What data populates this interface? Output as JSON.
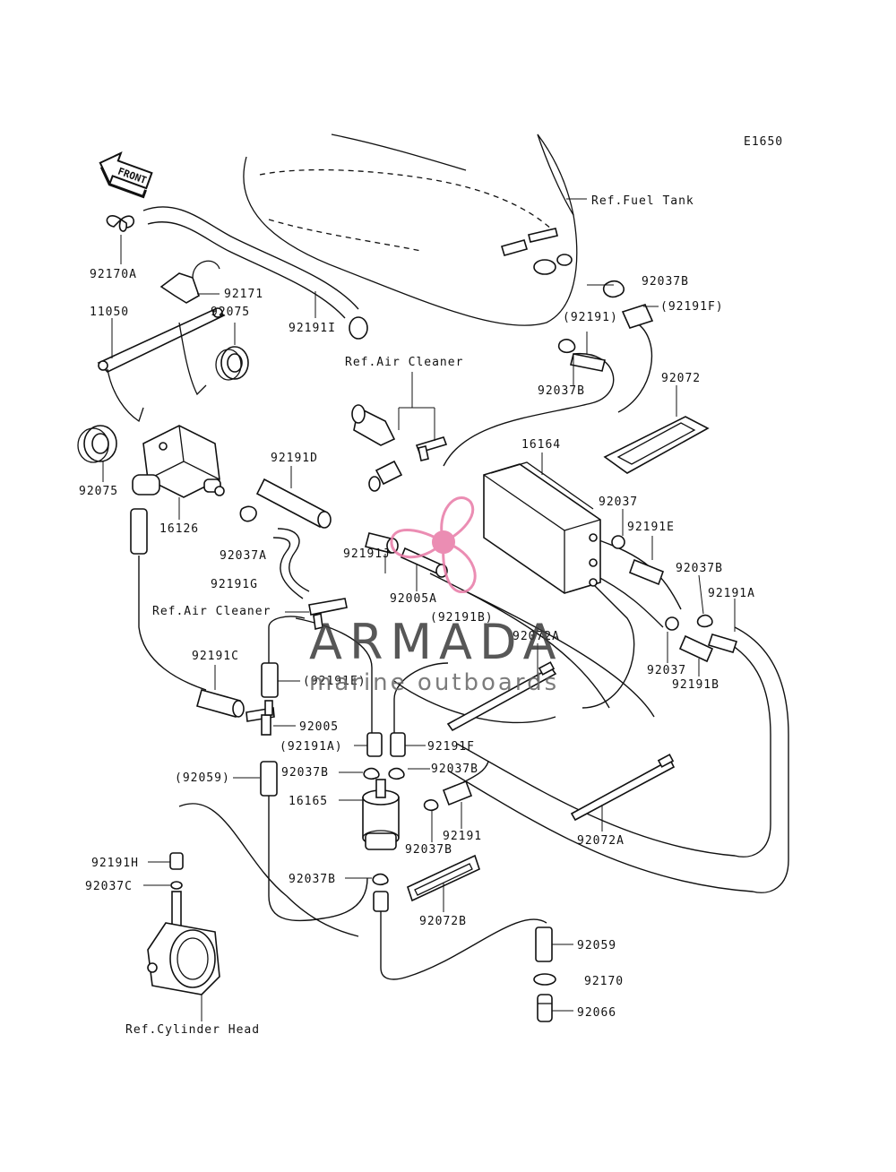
{
  "diagram_code": "E1650",
  "front_arrow": "FRONT",
  "references": {
    "fuel_tank": "Ref.Fuel Tank",
    "air_cleaner_top": "Ref.Air Cleaner",
    "air_cleaner_left": "Ref.Air Cleaner",
    "cylinder_head": "Ref.Cylinder Head"
  },
  "labels": {
    "p92170A": "92170A",
    "p92171": "92171",
    "p11050": "11050",
    "p92075_top": "92075",
    "p92075_left": "92075",
    "p92191I": "92191I",
    "p92037B_tr": "92037B",
    "p92191F_paren": "(92191F)",
    "p92191_paren": "(92191)",
    "p92037B_mid": "92037B",
    "p92072": "92072",
    "p16164": "16164",
    "p92191D": "92191D",
    "p16126": "16126",
    "p92037A": "92037A",
    "p92191G": "92191G",
    "p92191J": "92191J",
    "p92005A": "92005A",
    "p92191B_paren": "(92191B)",
    "p92072A_top": "92072A",
    "p92037_top": "92037",
    "p92191E": "92191E",
    "p92037B_right": "92037B",
    "p92191A": "92191A",
    "p92037_right": "92037",
    "p92191B": "92191B",
    "p92191C": "92191C",
    "p92191E_paren": "(92191E)",
    "p92005": "92005",
    "p92191A_paren": "(92191A)",
    "p92191F": "92191F",
    "p92059_paren": "(92059)",
    "p92037B_c1": "92037B",
    "p92037B_c2": "92037B",
    "p16165": "16165",
    "p92037B_c3": "92037B",
    "p92191": "92191",
    "p92072A_bottom": "92072A",
    "p92191H": "92191H",
    "p92037C": "92037C",
    "p92037B_c4": "92037B",
    "p92072B": "92072B",
    "p92059": "92059",
    "p92170": "92170",
    "p92066": "92066"
  },
  "watermark": {
    "brand": "ARMADA",
    "tagline": "marine outboards",
    "accent": "#e87aa6"
  }
}
